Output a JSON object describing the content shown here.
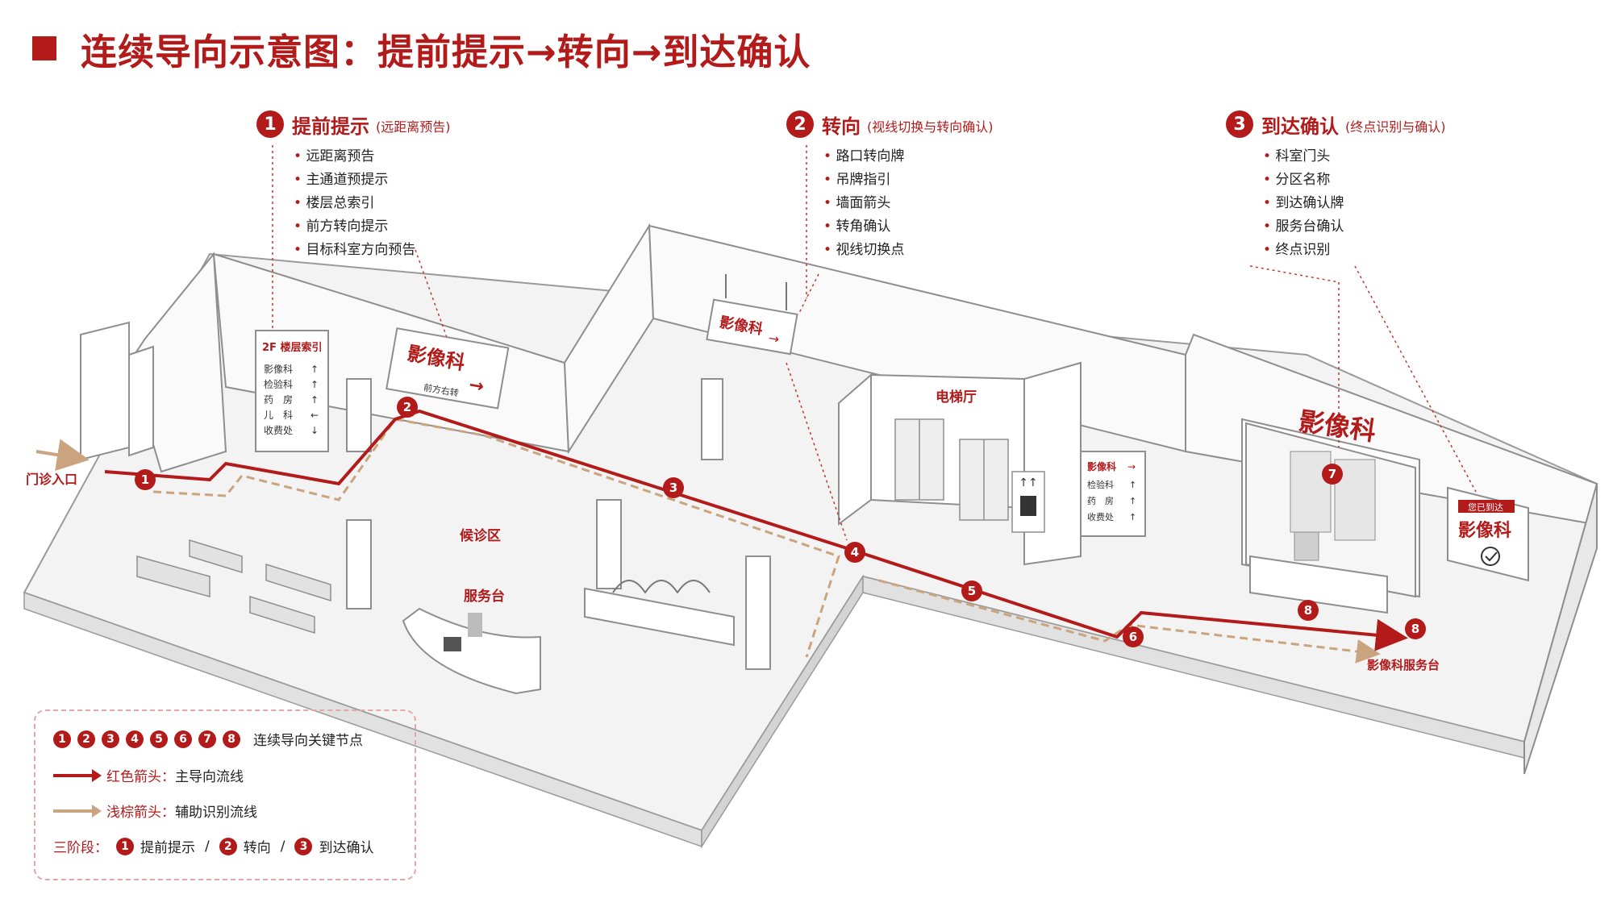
{
  "title": "连续导向示意图：提前提示→转向→到达确认",
  "colors": {
    "accent": "#b31b1b",
    "auxiliary": "#c9a47e",
    "wall": "#d8d8d8",
    "floor": "#f4f4f4"
  },
  "phases": [
    {
      "num": "1",
      "title": "提前提示",
      "subtitle": "(远距离预告)",
      "items": [
        "远距离预告",
        "主通道预提示",
        "楼层总索引",
        "前方转向提示",
        "目标科室方向预告"
      ]
    },
    {
      "num": "2",
      "title": "转向",
      "subtitle": "(视线切换与转向确认)",
      "items": [
        "路口转向牌",
        "吊牌指引",
        "墙面箭头",
        "转角确认",
        "视线切换点"
      ]
    },
    {
      "num": "3",
      "title": "到达确认",
      "subtitle": "(终点识别与确认)",
      "items": [
        "科室门头",
        "分区名称",
        "到达确认牌",
        "服务台确认",
        "终点识别"
      ]
    }
  ],
  "plan": {
    "entrance_label": "门诊入口",
    "waiting_label": "候诊区",
    "service_desk_label": "服务台",
    "elevator_hall_label": "电梯厅",
    "dept_desk_label": "影像科服务台",
    "directory_sign": {
      "title": "2F 楼层索引",
      "rows": [
        {
          "name": "影像科",
          "arrow": "↑"
        },
        {
          "name": "检验科",
          "arrow": "↑"
        },
        {
          "name": "药　房",
          "arrow": "↑"
        },
        {
          "name": "儿　科",
          "arrow": "←"
        },
        {
          "name": "收费处",
          "arrow": "↓"
        }
      ]
    },
    "main_sign": {
      "title": "影像科",
      "arrow": "→",
      "sub": "前方右转"
    },
    "hanging_sign": {
      "title": "影像科",
      "arrow": "→"
    },
    "side_sign": {
      "rows": [
        {
          "name": "影像科",
          "arrow": "→"
        },
        {
          "name": "检验科",
          "arrow": "↑"
        },
        {
          "name": "药　房",
          "arrow": "↑"
        },
        {
          "name": "收费处",
          "arrow": "↑"
        }
      ]
    },
    "portal_sign": "影像科",
    "confirm_sign": {
      "badge": "您已到达",
      "title": "影像科"
    },
    "nodes": [
      "1",
      "2",
      "3",
      "4",
      "5",
      "6",
      "7",
      "8",
      "8"
    ]
  },
  "legend": {
    "node_numbers": [
      "1",
      "2",
      "3",
      "4",
      "5",
      "6",
      "7",
      "8"
    ],
    "node_label": "连续导向关键节点",
    "red_label": "红色箭头：",
    "red_desc": "主导向流线",
    "brown_label": "浅棕箭头：",
    "brown_desc": "辅助识别流线",
    "stages_label": "三阶段：",
    "stages": [
      {
        "num": "1",
        "name": "提前提示"
      },
      {
        "num": "2",
        "name": "转向"
      },
      {
        "num": "3",
        "name": "到达确认"
      }
    ],
    "separator": "/"
  }
}
